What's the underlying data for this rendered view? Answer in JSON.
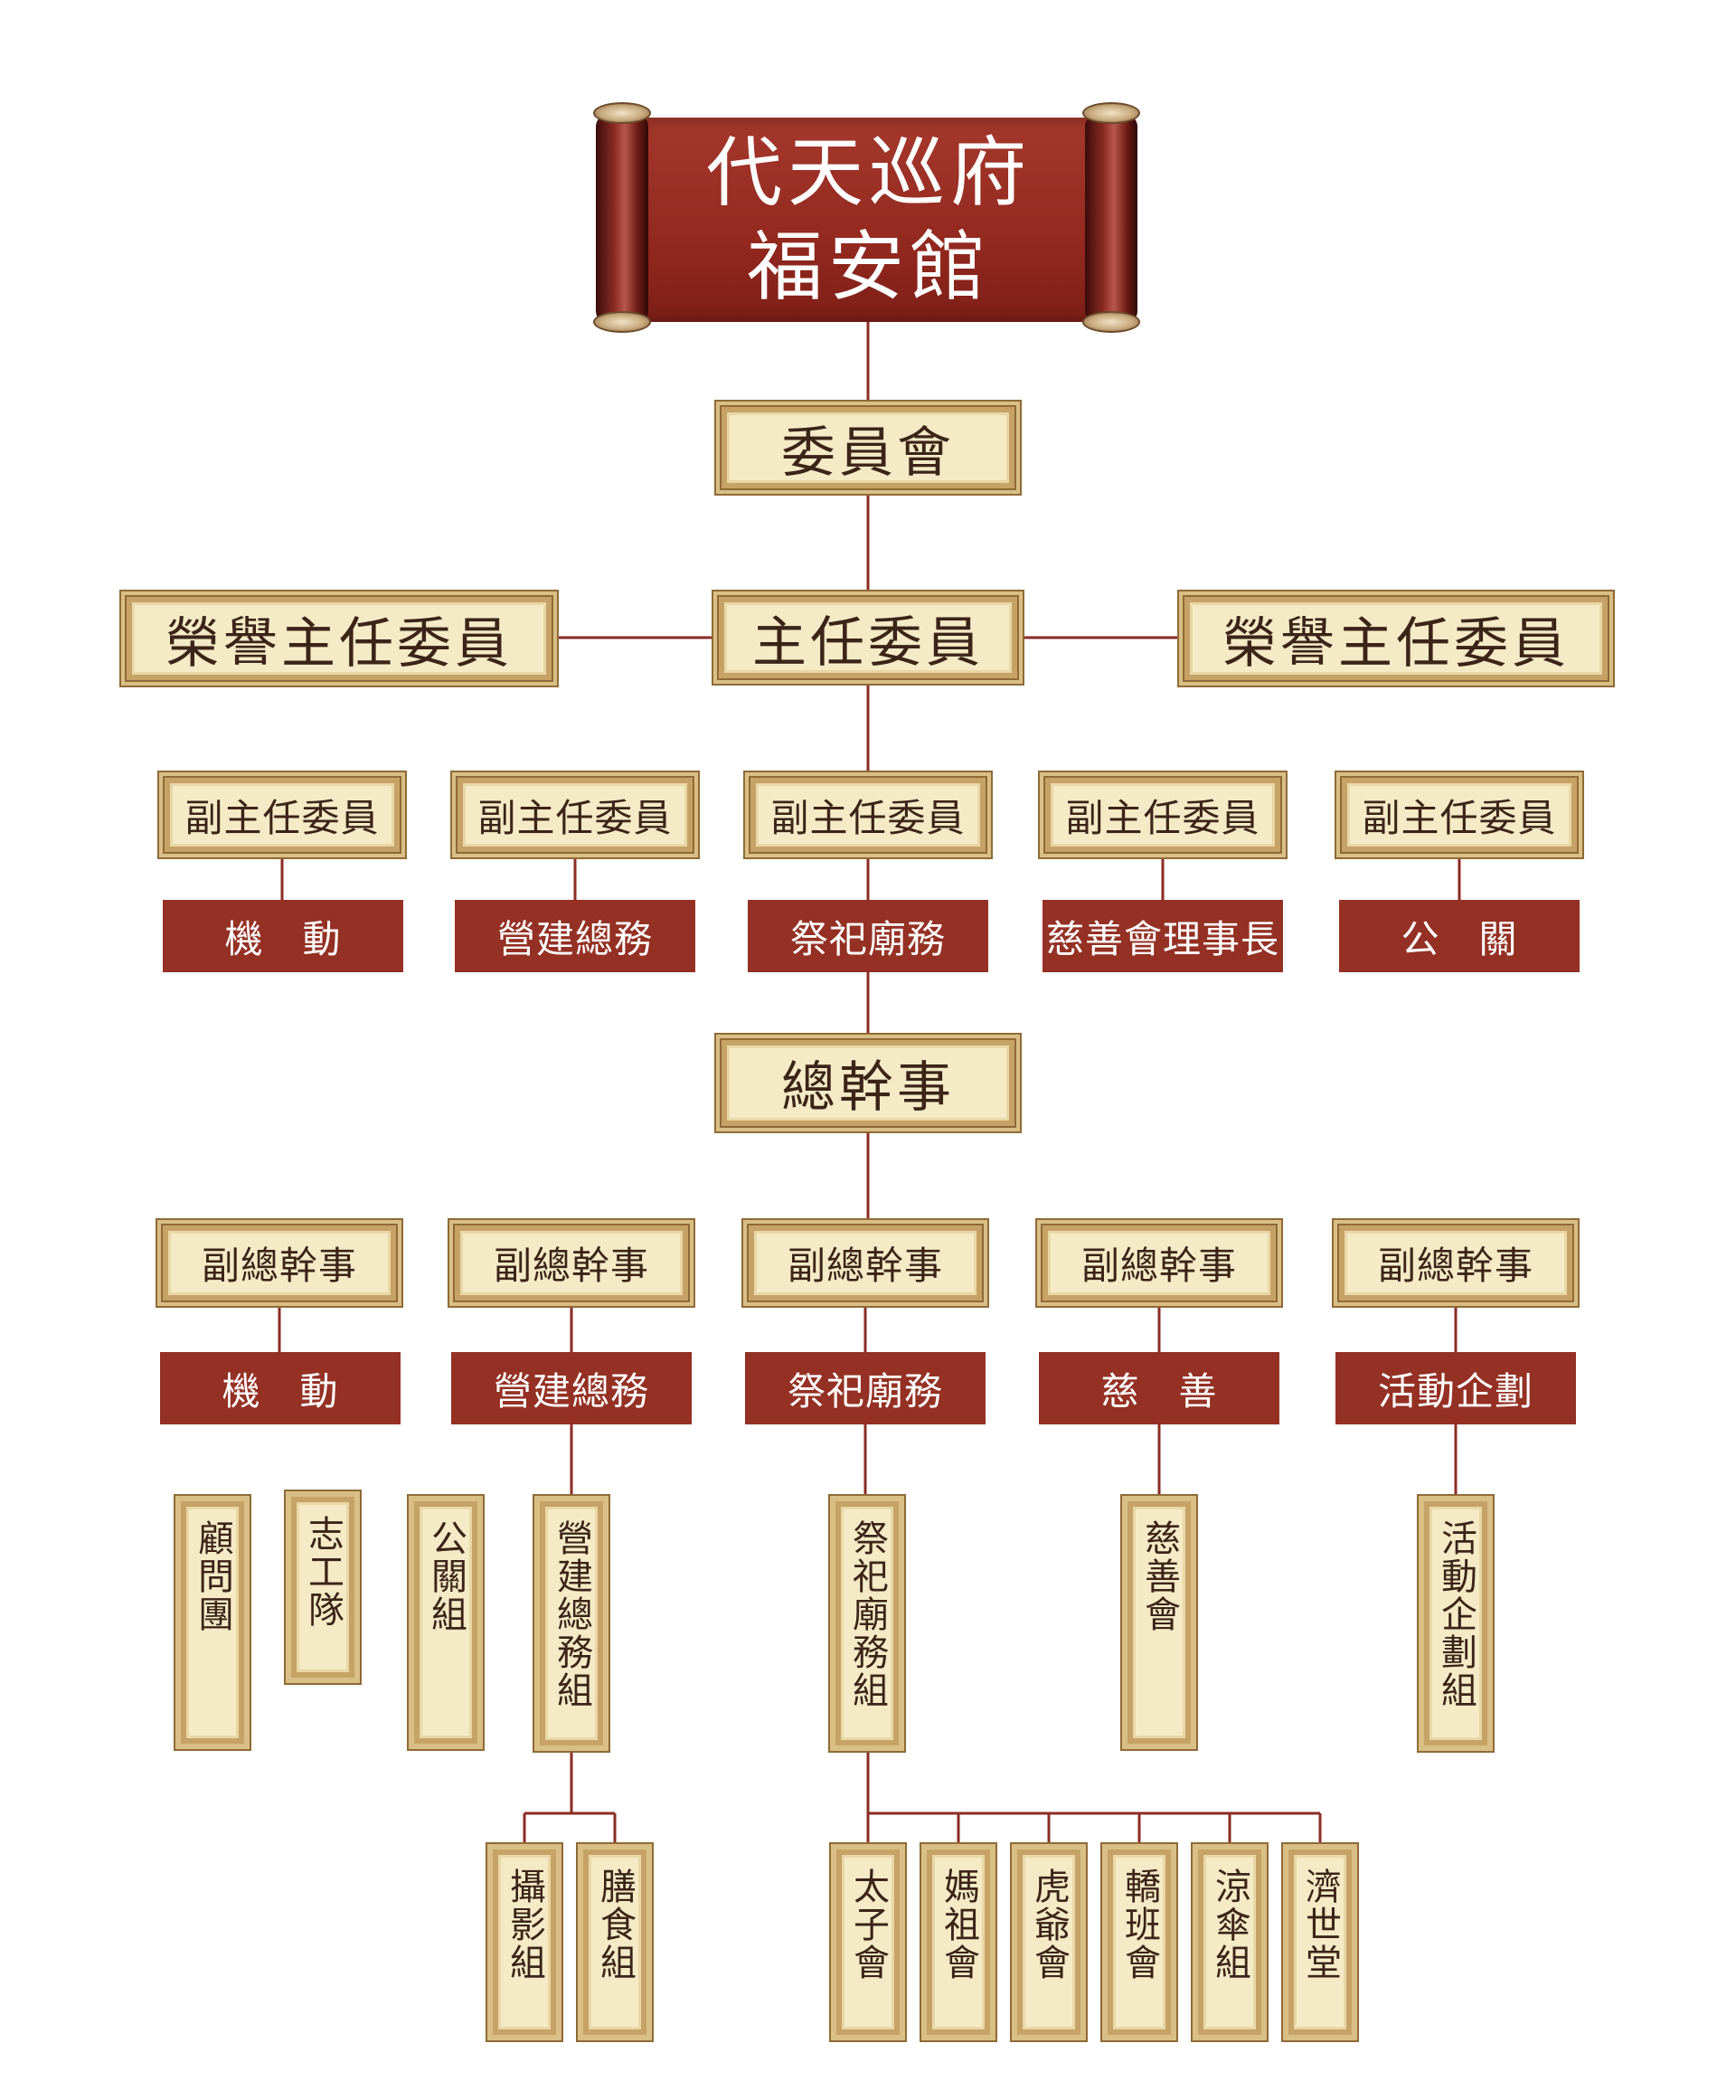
{
  "title": {
    "line1": "代天巡府",
    "line2": "福安館"
  },
  "committee": "委員會",
  "honorary_left": "榮譽主任委員",
  "chairman": "主任委員",
  "honorary_right": "榮譽主任委員",
  "vice_chairmen": [
    {
      "title": "副主任委員",
      "role": "機　動"
    },
    {
      "title": "副主任委員",
      "role": "營建總務"
    },
    {
      "title": "副主任委員",
      "role": "祭祀廟務"
    },
    {
      "title": "副主任委員",
      "role": "慈善會理事長"
    },
    {
      "title": "副主任委員",
      "role": "公　關"
    }
  ],
  "secretary_general": "總幹事",
  "deputy_secretaries": [
    {
      "title": "副總幹事",
      "role": "機　動"
    },
    {
      "title": "副總幹事",
      "role": "營建總務"
    },
    {
      "title": "副總幹事",
      "role": "祭祀廟務"
    },
    {
      "title": "副總幹事",
      "role": "慈　善"
    },
    {
      "title": "副總幹事",
      "role": "活動企劃"
    }
  ],
  "groups": [
    "顧問團",
    "志工隊",
    "公關組",
    "營建總務組",
    "祭祀廟務組",
    "慈善會",
    "活動企劃組"
  ],
  "construction_subgroups": [
    "攝影組",
    "膳食組"
  ],
  "ritual_subgroups": [
    "太子會",
    "媽祖會",
    "虎爺會",
    "轎班會",
    "涼傘組",
    "濟世堂"
  ]
}
